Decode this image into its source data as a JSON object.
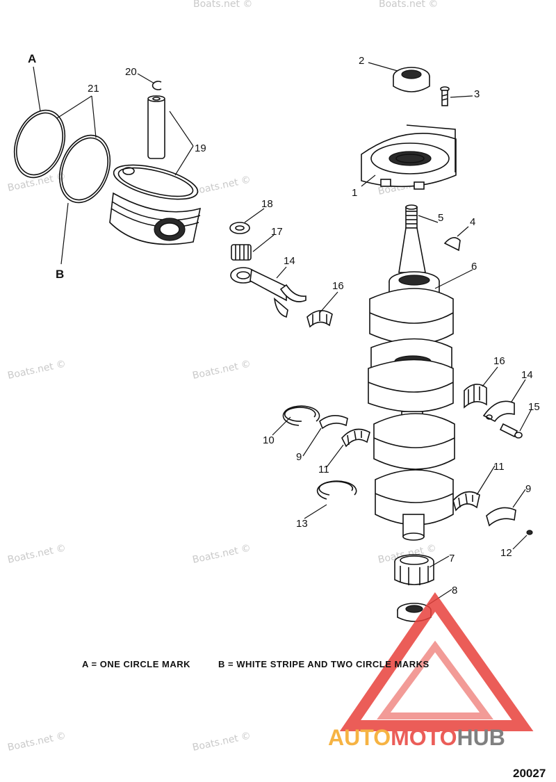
{
  "callouts": {
    "A": "A",
    "B": "B",
    "p1": "1",
    "p2": "2",
    "p3": "3",
    "p4": "4",
    "p5": "5",
    "p6": "6",
    "p7": "7",
    "p8": "8",
    "p9a": "9",
    "p9b": "9",
    "p10": "10",
    "p11a": "11",
    "p11b": "11",
    "p12": "12",
    "p13": "13",
    "p14a": "14",
    "p14b": "14",
    "p15": "15",
    "p16a": "16",
    "p16b": "16",
    "p17": "17",
    "p18": "18",
    "p19": "19",
    "p20": "20",
    "p21": "21"
  },
  "caption": {
    "a_text": "A = ONE CIRCLE MARK",
    "b_text": "B = WHITE STRIPE AND TWO CIRCLE MARKS"
  },
  "watermark": "Boats.net ©",
  "diagram_code": "20027",
  "logo": {
    "part1": "AUTO",
    "part2": "MOTO",
    "part3": "HUB",
    "color_red": "#e8413c",
    "color_orange": "#f5a623",
    "color_gray": "#6b6b6b"
  }
}
